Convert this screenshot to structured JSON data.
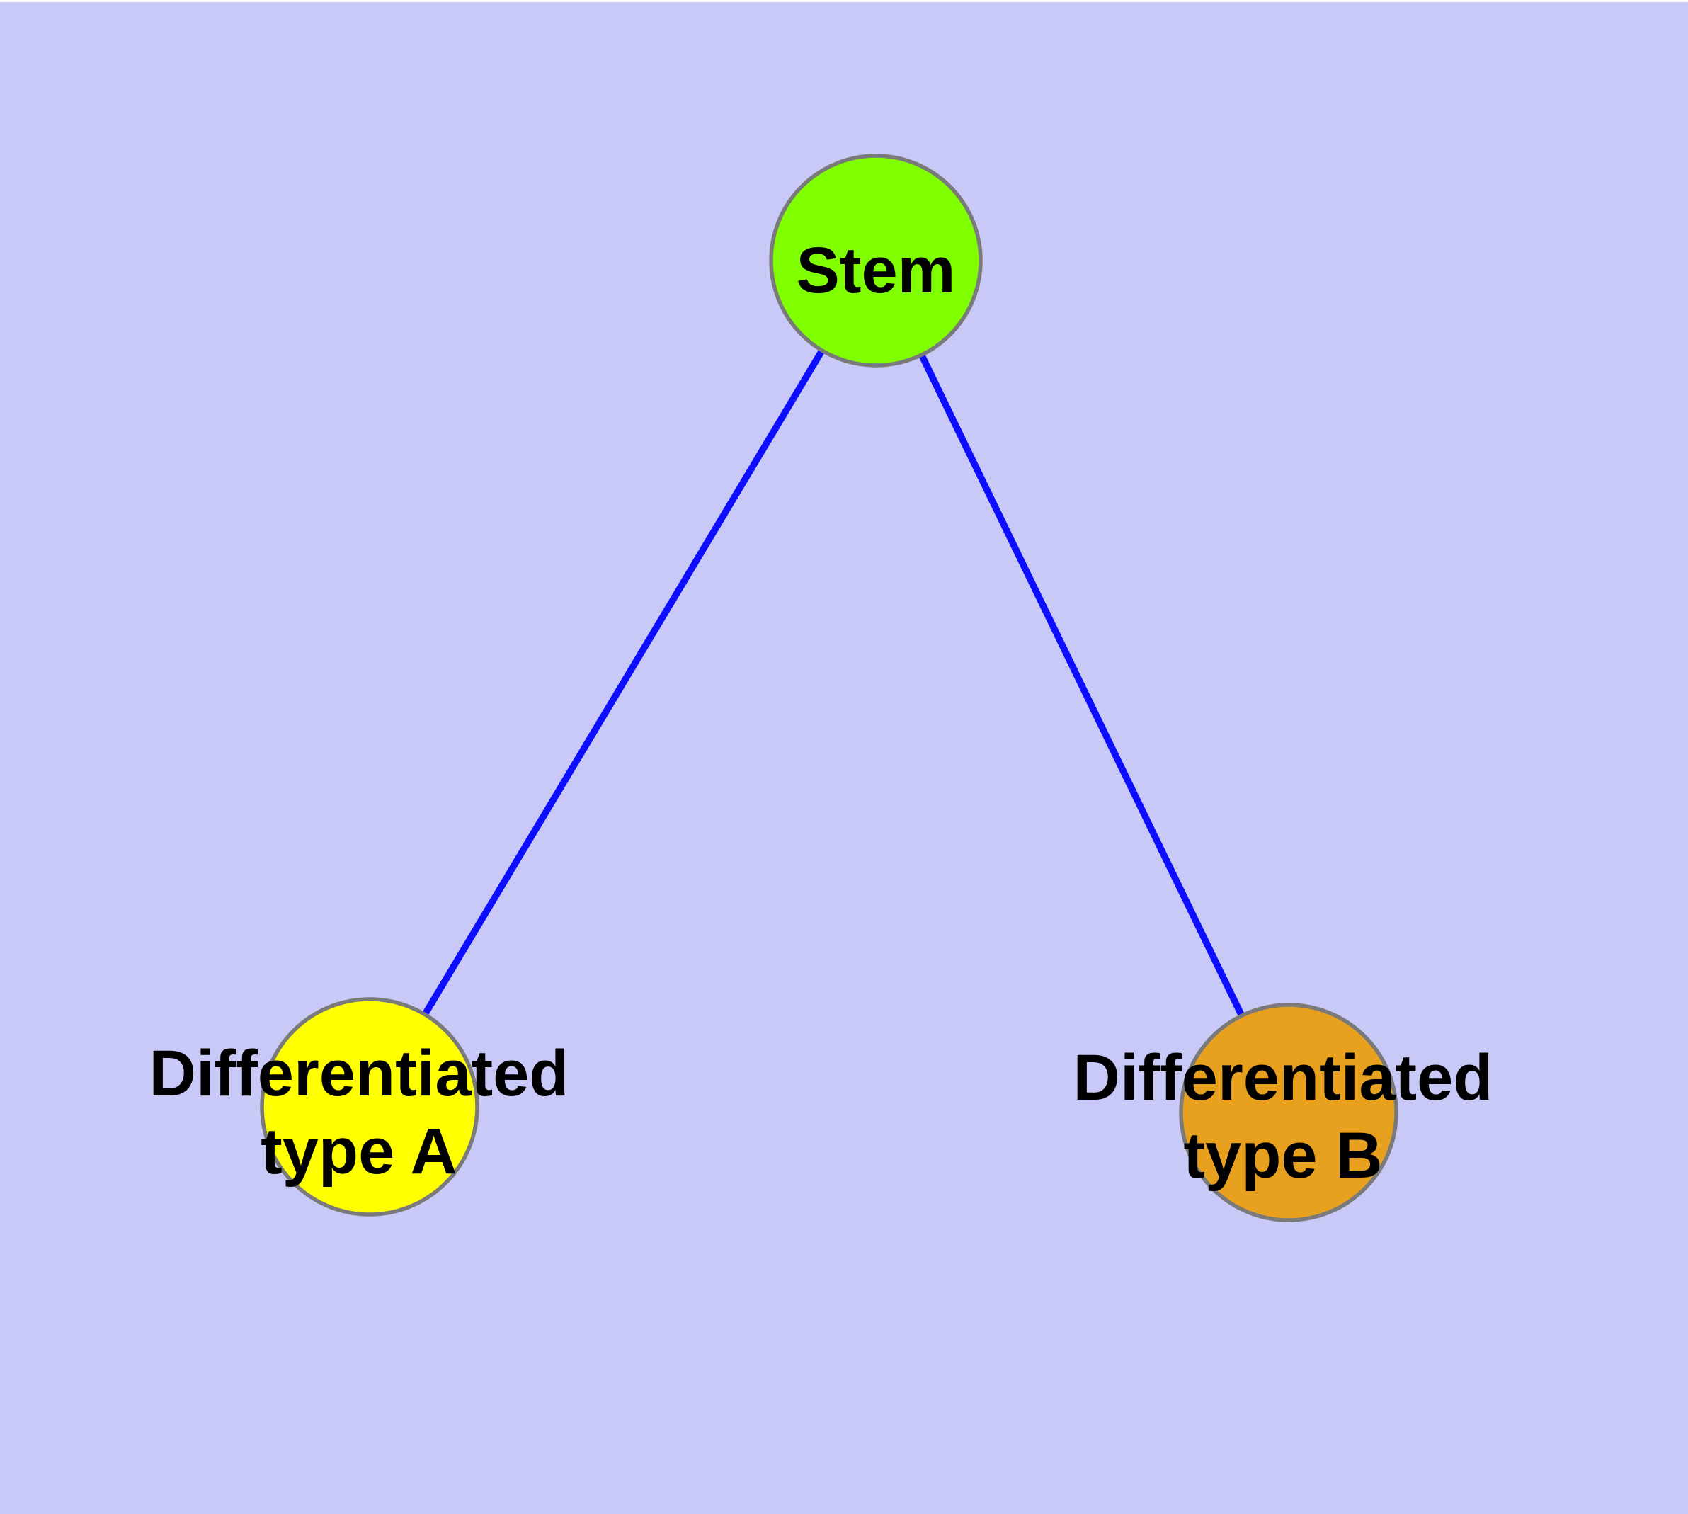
{
  "diagram": {
    "type": "graph",
    "description": "Stem cell differentiation tree: one stem node with two edges to two differentiated cell type nodes",
    "colors": {
      "background": "#c9c9f8",
      "top_strip": "#ffffff",
      "edge": "#0d0dff",
      "node_border": "#7a7a7a",
      "label_text": "#000000"
    },
    "nodes": {
      "stem": {
        "label": "Stem",
        "color": "#7fff00"
      },
      "diff_a": {
        "label_line1": "Differentiated",
        "label_line2": "type A",
        "color": "#ffff00"
      },
      "diff_b": {
        "label_line1": "Differentiated",
        "label_line2": "type B",
        "color": "#e8a11f"
      }
    },
    "edges": [
      {
        "from": "stem",
        "to": "diff_a"
      },
      {
        "from": "stem",
        "to": "diff_b"
      }
    ]
  }
}
